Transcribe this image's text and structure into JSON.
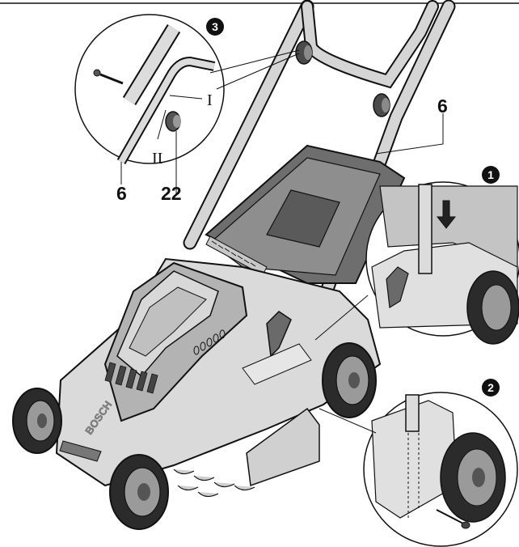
{
  "colors": {
    "ink": "#111111",
    "body_light": "#e2e2e2",
    "body_mid": "#a9a9a9",
    "body_dark": "#707070",
    "tire": "#2b2b2b"
  },
  "labels": {
    "part_handle_main": "6",
    "part_handle_detail": "6",
    "part_knob": "22",
    "position_upper": "I",
    "position_lower": "II"
  },
  "steps": {
    "step_1": "1",
    "step_2": "2",
    "step_3": "3"
  },
  "brand_mark": "BOSCH"
}
